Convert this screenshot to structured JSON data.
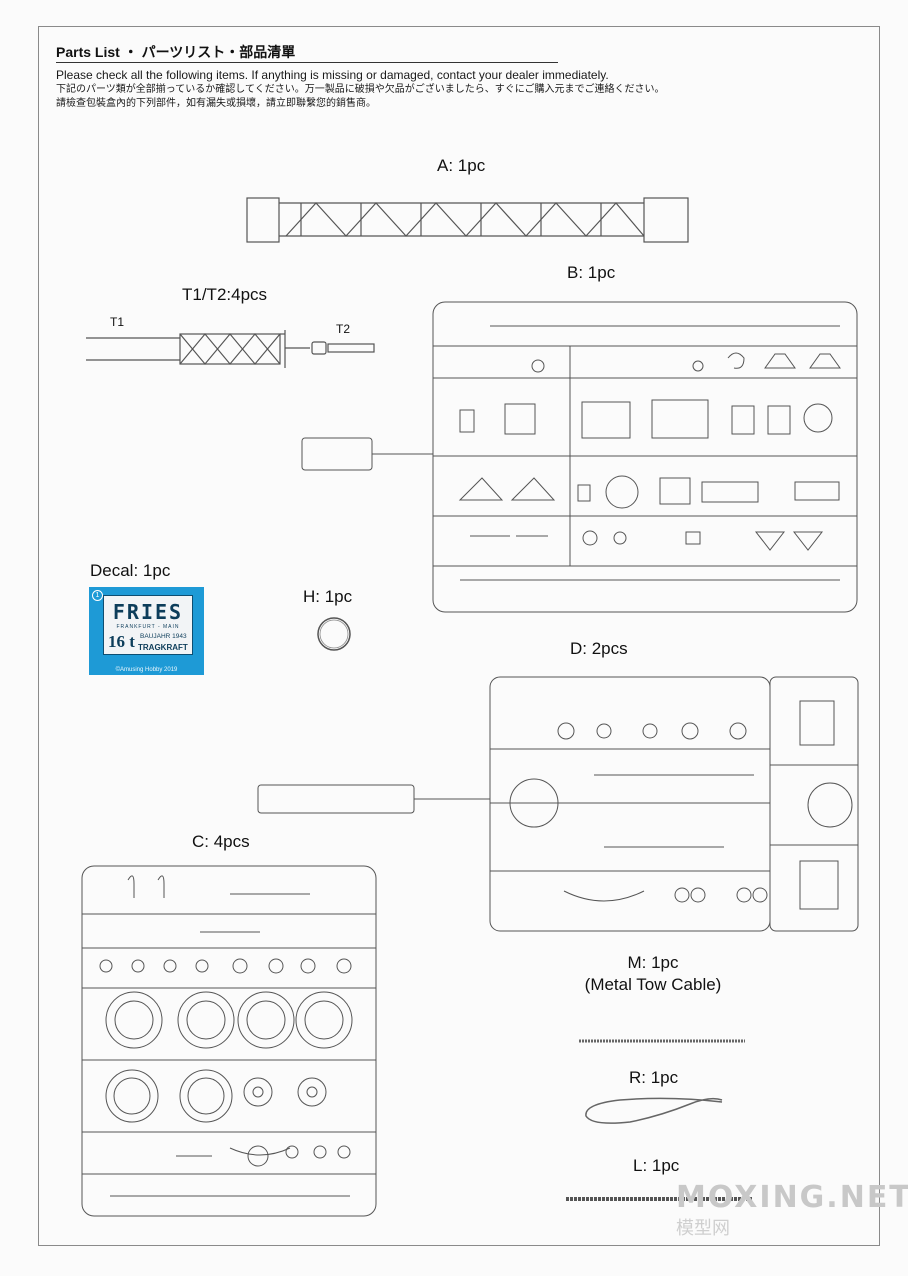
{
  "header": {
    "title": "Parts List ・ パーツリスト・部品清單",
    "line_en": "Please check all the following items. If anything is missing or damaged, contact your dealer immediately.",
    "line_jp": "下記のパーツ類が全部揃っているか確認してください。万一製品に破損や欠品がございましたら、すぐにご購入元までご連絡ください。",
    "line_cn": "請檢查包裝盒內的下列部件，如有漏失或損壞，請立即聯繫您的銷售商。"
  },
  "parts": {
    "a": "A: 1pc",
    "b": "B: 1pc",
    "t": "T1/T2:4pcs",
    "t1": "T1",
    "t2": "T2",
    "decal": "Decal: 1pc",
    "h": "H: 1pc",
    "d": "D: 2pcs",
    "c": "C: 4pcs",
    "m": "M: 1pc",
    "m_note": "(Metal Tow Cable)",
    "r": "R: 1pc",
    "l": "L: 1pc"
  },
  "decal": {
    "number": "1",
    "brand": "FRIES",
    "city": "FRANKFURT - MAIN",
    "tonnage": "16 t",
    "year": "BAUJAHR  1943",
    "capacity": "TRAGKRAFT",
    "copyright": "©Amusing Hobby 2019"
  },
  "watermark": {
    "site": "MOXING.NET",
    "cn": "模型网"
  },
  "colors": {
    "decal_bg": "#1e9ad6",
    "ink": "#1a1a1a",
    "line": "#555555"
  }
}
